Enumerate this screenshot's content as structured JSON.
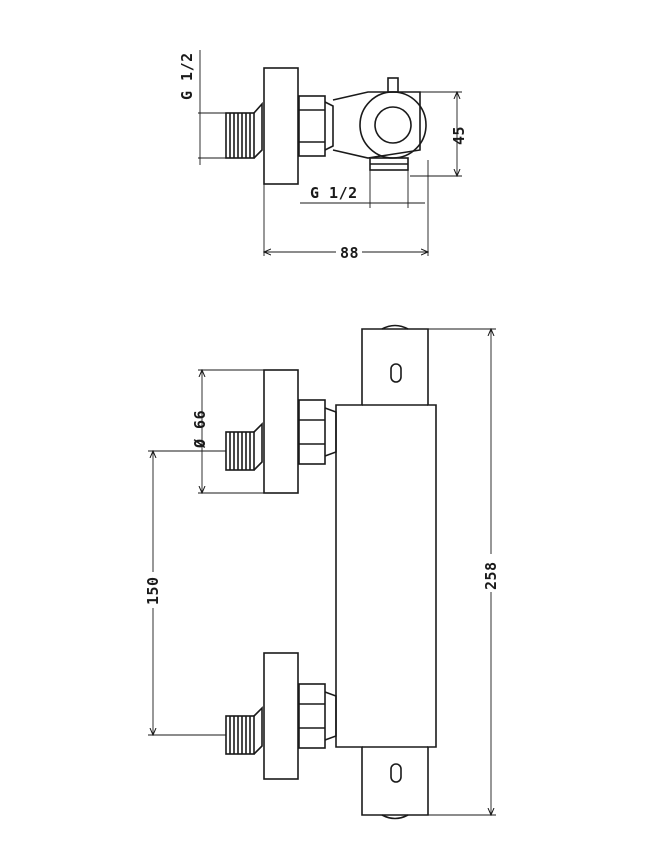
{
  "labels": {
    "top_inlet_thread": "G 1/2",
    "top_outlet_thread": "G 1/2",
    "top_height": "45",
    "top_depth": "88",
    "front_flange_diameter": "Ø 66",
    "front_inlet_spacing": "150",
    "front_total_height": "258"
  },
  "colors": {
    "line": "#1a1a1a",
    "background": "#ffffff"
  }
}
